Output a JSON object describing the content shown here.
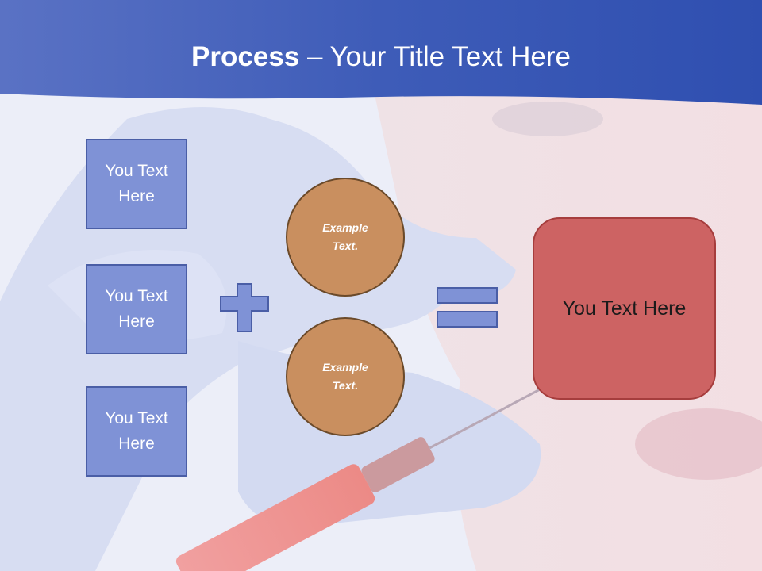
{
  "slide": {
    "title_bold": "Process",
    "title_rest": " – Your Title Text Here",
    "inputs": [
      {
        "line1": "You Text",
        "line2": "Here"
      },
      {
        "line1": "You Text",
        "line2": "Here"
      },
      {
        "line1": "You Text",
        "line2": "Here"
      }
    ],
    "circles": [
      {
        "line1": "Example",
        "line2": "Text."
      },
      {
        "line1": "Example",
        "line2": "Text."
      }
    ],
    "result": "You Text Here"
  },
  "colors": {
    "header": "#3f5fbf",
    "box_fill": "#7f92d6",
    "circle_fill": "#c98f5f",
    "result_fill": "#cd6363"
  }
}
